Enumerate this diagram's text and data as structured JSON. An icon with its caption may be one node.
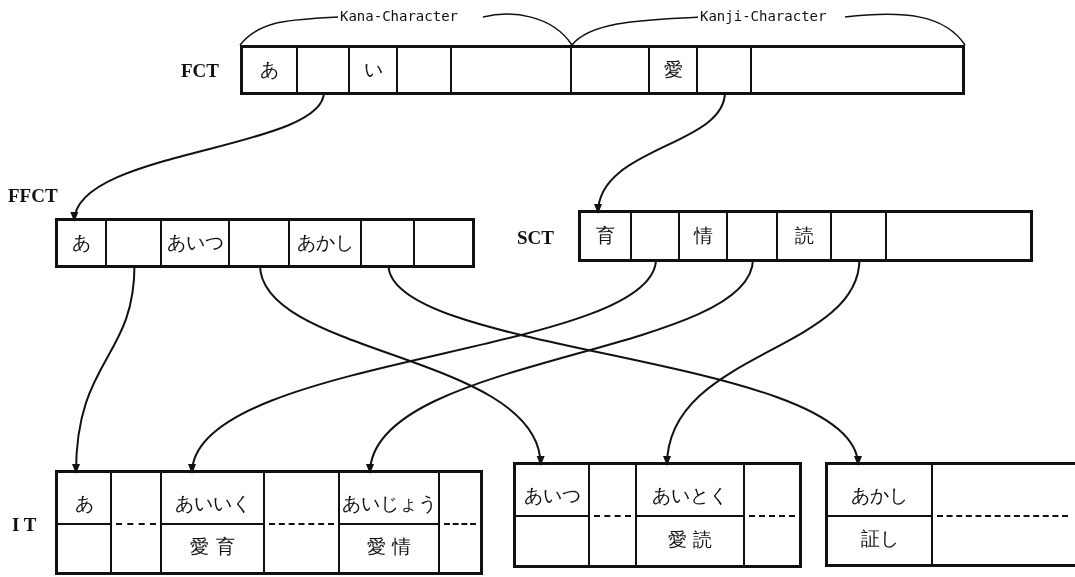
{
  "diagram": {
    "nodes": [
      {
        "text": [
          "FCT"
        ]
      },
      {
        "text": [
          "あ"
        ],
        "in": 0
      },
      {
        "text": [],
        "shape": "box",
        "in": 0
      },
      {
        "text": [
          "い"
        ],
        "in": 0
      },
      {
        "text": [],
        "shape": "box",
        "in": 0
      },
      {
        "text": [],
        "shape": "box",
        "in": 0
      },
      {
        "text": [],
        "shape": "box",
        "in": 0
      },
      {
        "text": [
          "愛"
        ],
        "in": 0
      },
      {
        "text": [],
        "shape": "box",
        "in": 0
      },
      {
        "text": [],
        "shape": "box",
        "in": 0
      },
      {
        "text": [
          "FFCT"
        ]
      },
      {
        "text": [
          "あ"
        ],
        "in": 10
      },
      {
        "text": [],
        "shape": "box",
        "in": 10
      },
      {
        "text": [
          "あいつ"
        ],
        "in": 10
      },
      {
        "text": [],
        "shape": "box",
        "in": 10
      },
      {
        "text": [
          "あかし"
        ],
        "in": 10
      },
      {
        "text": [],
        "shape": "box",
        "in": 10
      },
      {
        "text": [],
        "shape": "box",
        "in": 10
      },
      {
        "text": [
          "SCT"
        ]
      },
      {
        "text": [
          "育"
        ],
        "in": 18
      },
      {
        "text": [],
        "shape": "box",
        "in": 18
      },
      {
        "text": [
          "情"
        ],
        "in": 18
      },
      {
        "text": [],
        "shape": "box",
        "in": 18
      },
      {
        "text": [
          "読"
        ],
        "in": 18
      },
      {
        "text": [],
        "shape": "box",
        "in": 18
      },
      {
        "text": [],
        "shape": "box",
        "in": 18
      },
      {
        "text": [],
        "shape": "box"
      },
      {
        "text": [
          "あ"
        ],
        "in": 26
      },
      {
        "text": [],
        "shape": "box",
        "in": 26
      },
      {
        "text": [
          "あいいく",
          "愛 育"
        ],
        "in": 26
      },
      {
        "text": [],
        "shape": "box",
        "in": 26
      },
      {
        "text": [
          "あいじょう",
          "愛 情"
        ],
        "in": 26
      },
      {
        "text": [],
        "shape": "box",
        "in": 26
      },
      {
        "text": [],
        "shape": "box"
      },
      {
        "text": [
          "あいつ"
        ],
        "in": 33
      },
      {
        "text": [],
        "shape": "box",
        "in": 33
      },
      {
        "text": [
          "あいとく",
          "愛 読"
        ],
        "in": 33
      },
      {
        "text": [],
        "shape": "box",
        "in": 33
      },
      {
        "text": [],
        "shape": "box"
      },
      {
        "text": [
          "あかし",
          "証し"
        ],
        "in": 38
      },
      {
        "text": [],
        "shape": "box",
        "in": 38
      }
    ],
    "edges": [
      {
        "from": 2,
        "to": 11,
        "arrow": "to"
      },
      {
        "from": 8,
        "to": 19,
        "arrow": "to"
      },
      {
        "from": 12,
        "to": 27,
        "arrow": "to"
      },
      {
        "from": 14,
        "to": 34,
        "arrow": "to"
      },
      {
        "from": 16,
        "to": 39,
        "arrow": "to"
      },
      {
        "from": 20,
        "to": 29,
        "arrow": "to"
      },
      {
        "from": 22,
        "to": 31,
        "arrow": "to"
      },
      {
        "from": 24,
        "to": 36,
        "arrow": "to"
      }
    ],
    "labels": [
      "Kana-Character",
      "Kanji-Character",
      "I T"
    ]
  }
}
